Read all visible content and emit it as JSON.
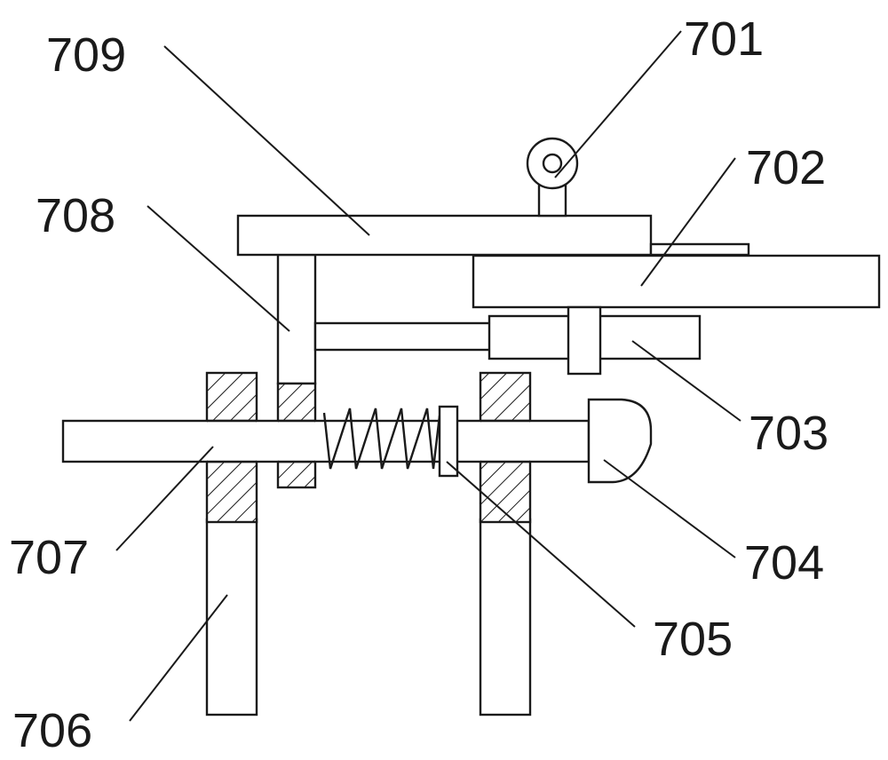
{
  "labels": {
    "l701": "701",
    "l702": "702",
    "l703": "703",
    "l704": "704",
    "l705": "705",
    "l706": "706",
    "l707": "707",
    "l708": "708",
    "l709": "709"
  },
  "colors": {
    "line": "#1a1a1a",
    "background": "#ffffff"
  }
}
